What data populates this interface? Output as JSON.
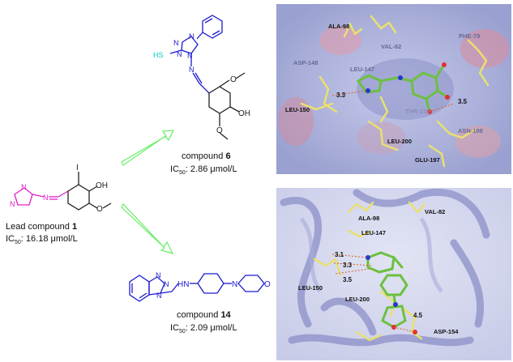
{
  "lead": {
    "label": "Lead compound",
    "number": "1",
    "ic50_prefix": "IC",
    "ic50_sub": "50",
    "ic50_value": ": 16.18 μmol/L"
  },
  "compound6": {
    "label": "compound",
    "number": "6",
    "ic50_prefix": "IC",
    "ic50_sub": "50",
    "ic50_value": ": 2.86 μmol/L"
  },
  "compound14": {
    "label": "compound",
    "number": "14",
    "ic50_prefix": "IC",
    "ic50_sub": "50",
    "ic50_value": ": 2.09 μmol/L"
  },
  "atoms": {
    "N": "N",
    "I": "I",
    "OH": "OH",
    "O": "O",
    "HS": "HS",
    "HN": "HN"
  },
  "panel_top": {
    "residues": [
      "ALA-98",
      "VAL-82",
      "PHE-79",
      "ASP-148",
      "LEU-147",
      "LEU-150",
      "THR-210",
      "ASN-198",
      "LEU-200",
      "GLU-197"
    ],
    "distances": [
      "3.3",
      "3.5"
    ]
  },
  "panel_bottom": {
    "residues": [
      "VAL-82",
      "ALA-98",
      "LEU-147",
      "LEU-150",
      "LEU-200",
      "ASP-154"
    ],
    "distances": [
      "3.1",
      "3.3",
      "3.5",
      "4.5"
    ]
  },
  "colors": {
    "lead": "#e020c8",
    "compound6": "#1a1ad0",
    "compound14": "#1a1ad0",
    "thiol": "#00c8c8",
    "arrow": "#66ee66",
    "ligand": "#6cc040",
    "residue": "#e8e070",
    "surface": "#a8aed8",
    "hbond": "#d86020"
  }
}
